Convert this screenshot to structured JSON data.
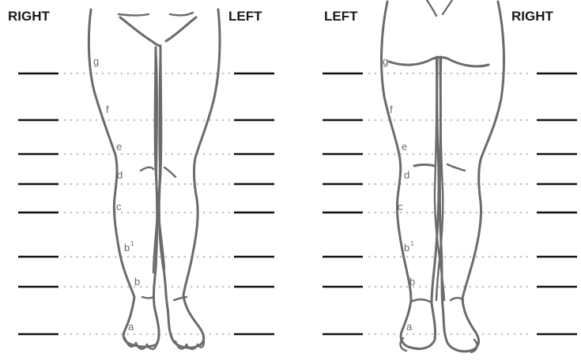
{
  "front_view": {
    "left_label": "RIGHT",
    "right_label": "LEFT",
    "levels": [
      {
        "letter": "g",
        "sup": ""
      },
      {
        "letter": "f",
        "sup": ""
      },
      {
        "letter": "e",
        "sup": ""
      },
      {
        "letter": "d",
        "sup": ""
      },
      {
        "letter": "c",
        "sup": ""
      },
      {
        "letter": "b",
        "sup": "1"
      },
      {
        "letter": "b",
        "sup": ""
      },
      {
        "letter": "a",
        "sup": ""
      }
    ]
  },
  "back_view": {
    "left_label": "LEFT",
    "right_label": "RIGHT",
    "levels": [
      {
        "letter": "g",
        "sup": ""
      },
      {
        "letter": "f",
        "sup": ""
      },
      {
        "letter": "e",
        "sup": ""
      },
      {
        "letter": "d",
        "sup": ""
      },
      {
        "letter": "c",
        "sup": ""
      },
      {
        "letter": "b",
        "sup": "1"
      },
      {
        "letter": "b",
        "sup": ""
      },
      {
        "letter": "a",
        "sup": ""
      }
    ]
  }
}
